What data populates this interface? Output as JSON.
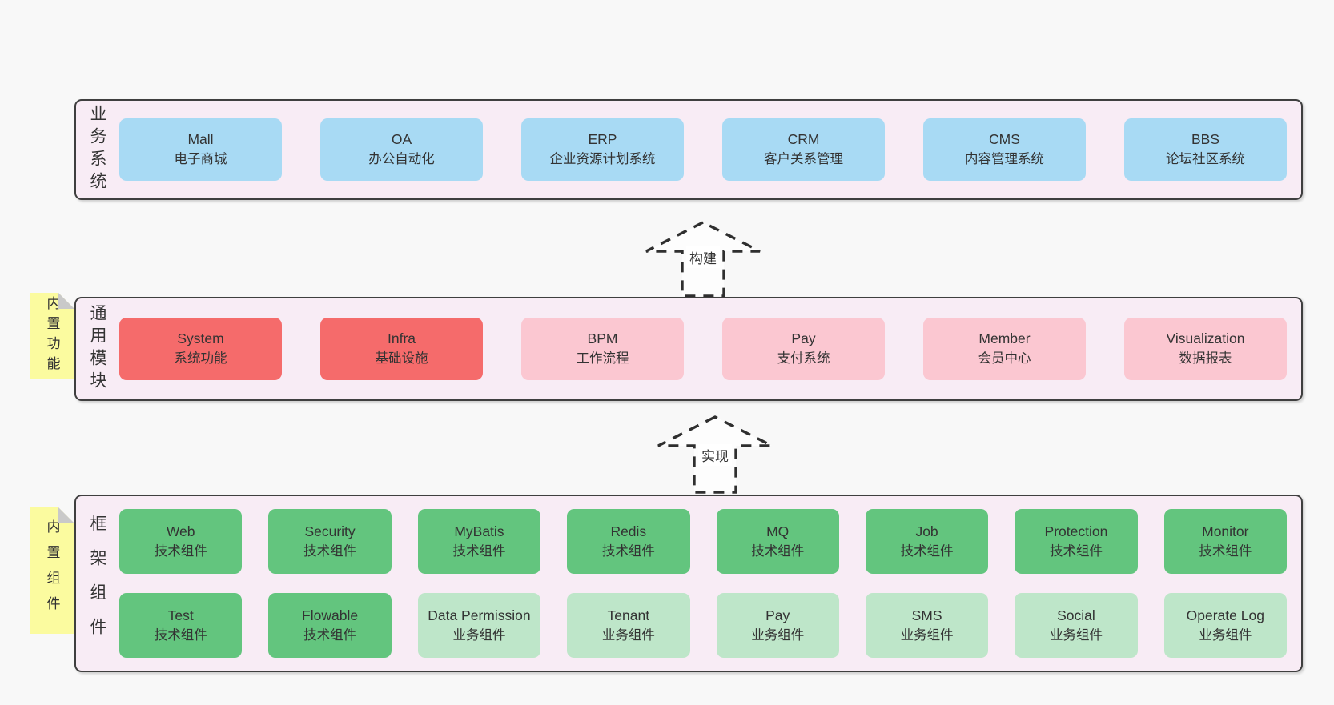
{
  "colors": {
    "background": "#f8f8f8",
    "container_fill": "#f8ecf5",
    "container_border": "#3f3f3f",
    "box_blue": "#a8daf4",
    "box_red": "#f56b6b",
    "box_pink": "#fbc7d1",
    "box_green": "#63c57e",
    "box_light_green": "#bee6c9",
    "sticky_yellow": "#fbfb9f",
    "sticky_fold_gray": "#c9c9c9",
    "text": "#333333"
  },
  "stickies": [
    {
      "text": "内置功能"
    },
    {
      "text": "内置组件"
    }
  ],
  "arrows": [
    {
      "label": "构建"
    },
    {
      "label": "实现"
    }
  ],
  "layers": [
    {
      "label": "业务系统",
      "rows": [
        [
          {
            "name": "Mall",
            "sub": "电子商城"
          },
          {
            "name": "OA",
            "sub": "办公自动化"
          },
          {
            "name": "ERP",
            "sub": "企业资源计划系统"
          },
          {
            "name": "CRM",
            "sub": "客户关系管理"
          },
          {
            "name": "CMS",
            "sub": "内容管理系统"
          },
          {
            "name": "BBS",
            "sub": "论坛社区系统"
          }
        ]
      ]
    },
    {
      "label": "通用模块",
      "rows": [
        [
          {
            "name": "System",
            "sub": "系统功能"
          },
          {
            "name": "Infra",
            "sub": "基础设施"
          },
          {
            "name": "BPM",
            "sub": "工作流程"
          },
          {
            "name": "Pay",
            "sub": "支付系统"
          },
          {
            "name": "Member",
            "sub": "会员中心"
          },
          {
            "name": "Visualization",
            "sub": "数据报表"
          }
        ]
      ]
    },
    {
      "label": "框架组件",
      "rows": [
        [
          {
            "name": "Web",
            "sub": "技术组件"
          },
          {
            "name": "Security",
            "sub": "技术组件"
          },
          {
            "name": "MyBatis",
            "sub": "技术组件"
          },
          {
            "name": "Redis",
            "sub": "技术组件"
          },
          {
            "name": "MQ",
            "sub": "技术组件"
          },
          {
            "name": "Job",
            "sub": "技术组件"
          },
          {
            "name": "Protection",
            "sub": "技术组件"
          },
          {
            "name": "Monitor",
            "sub": "技术组件"
          }
        ],
        [
          {
            "name": "Test",
            "sub": "技术组件"
          },
          {
            "name": "Flowable",
            "sub": "技术组件"
          },
          {
            "name": "Data Permission",
            "sub": "业务组件"
          },
          {
            "name": "Tenant",
            "sub": "业务组件"
          },
          {
            "name": "Pay",
            "sub": "业务组件"
          },
          {
            "name": "SMS",
            "sub": "业务组件"
          },
          {
            "name": "Social",
            "sub": "业务组件"
          },
          {
            "name": "Operate Log",
            "sub": "业务组件"
          }
        ]
      ]
    }
  ]
}
